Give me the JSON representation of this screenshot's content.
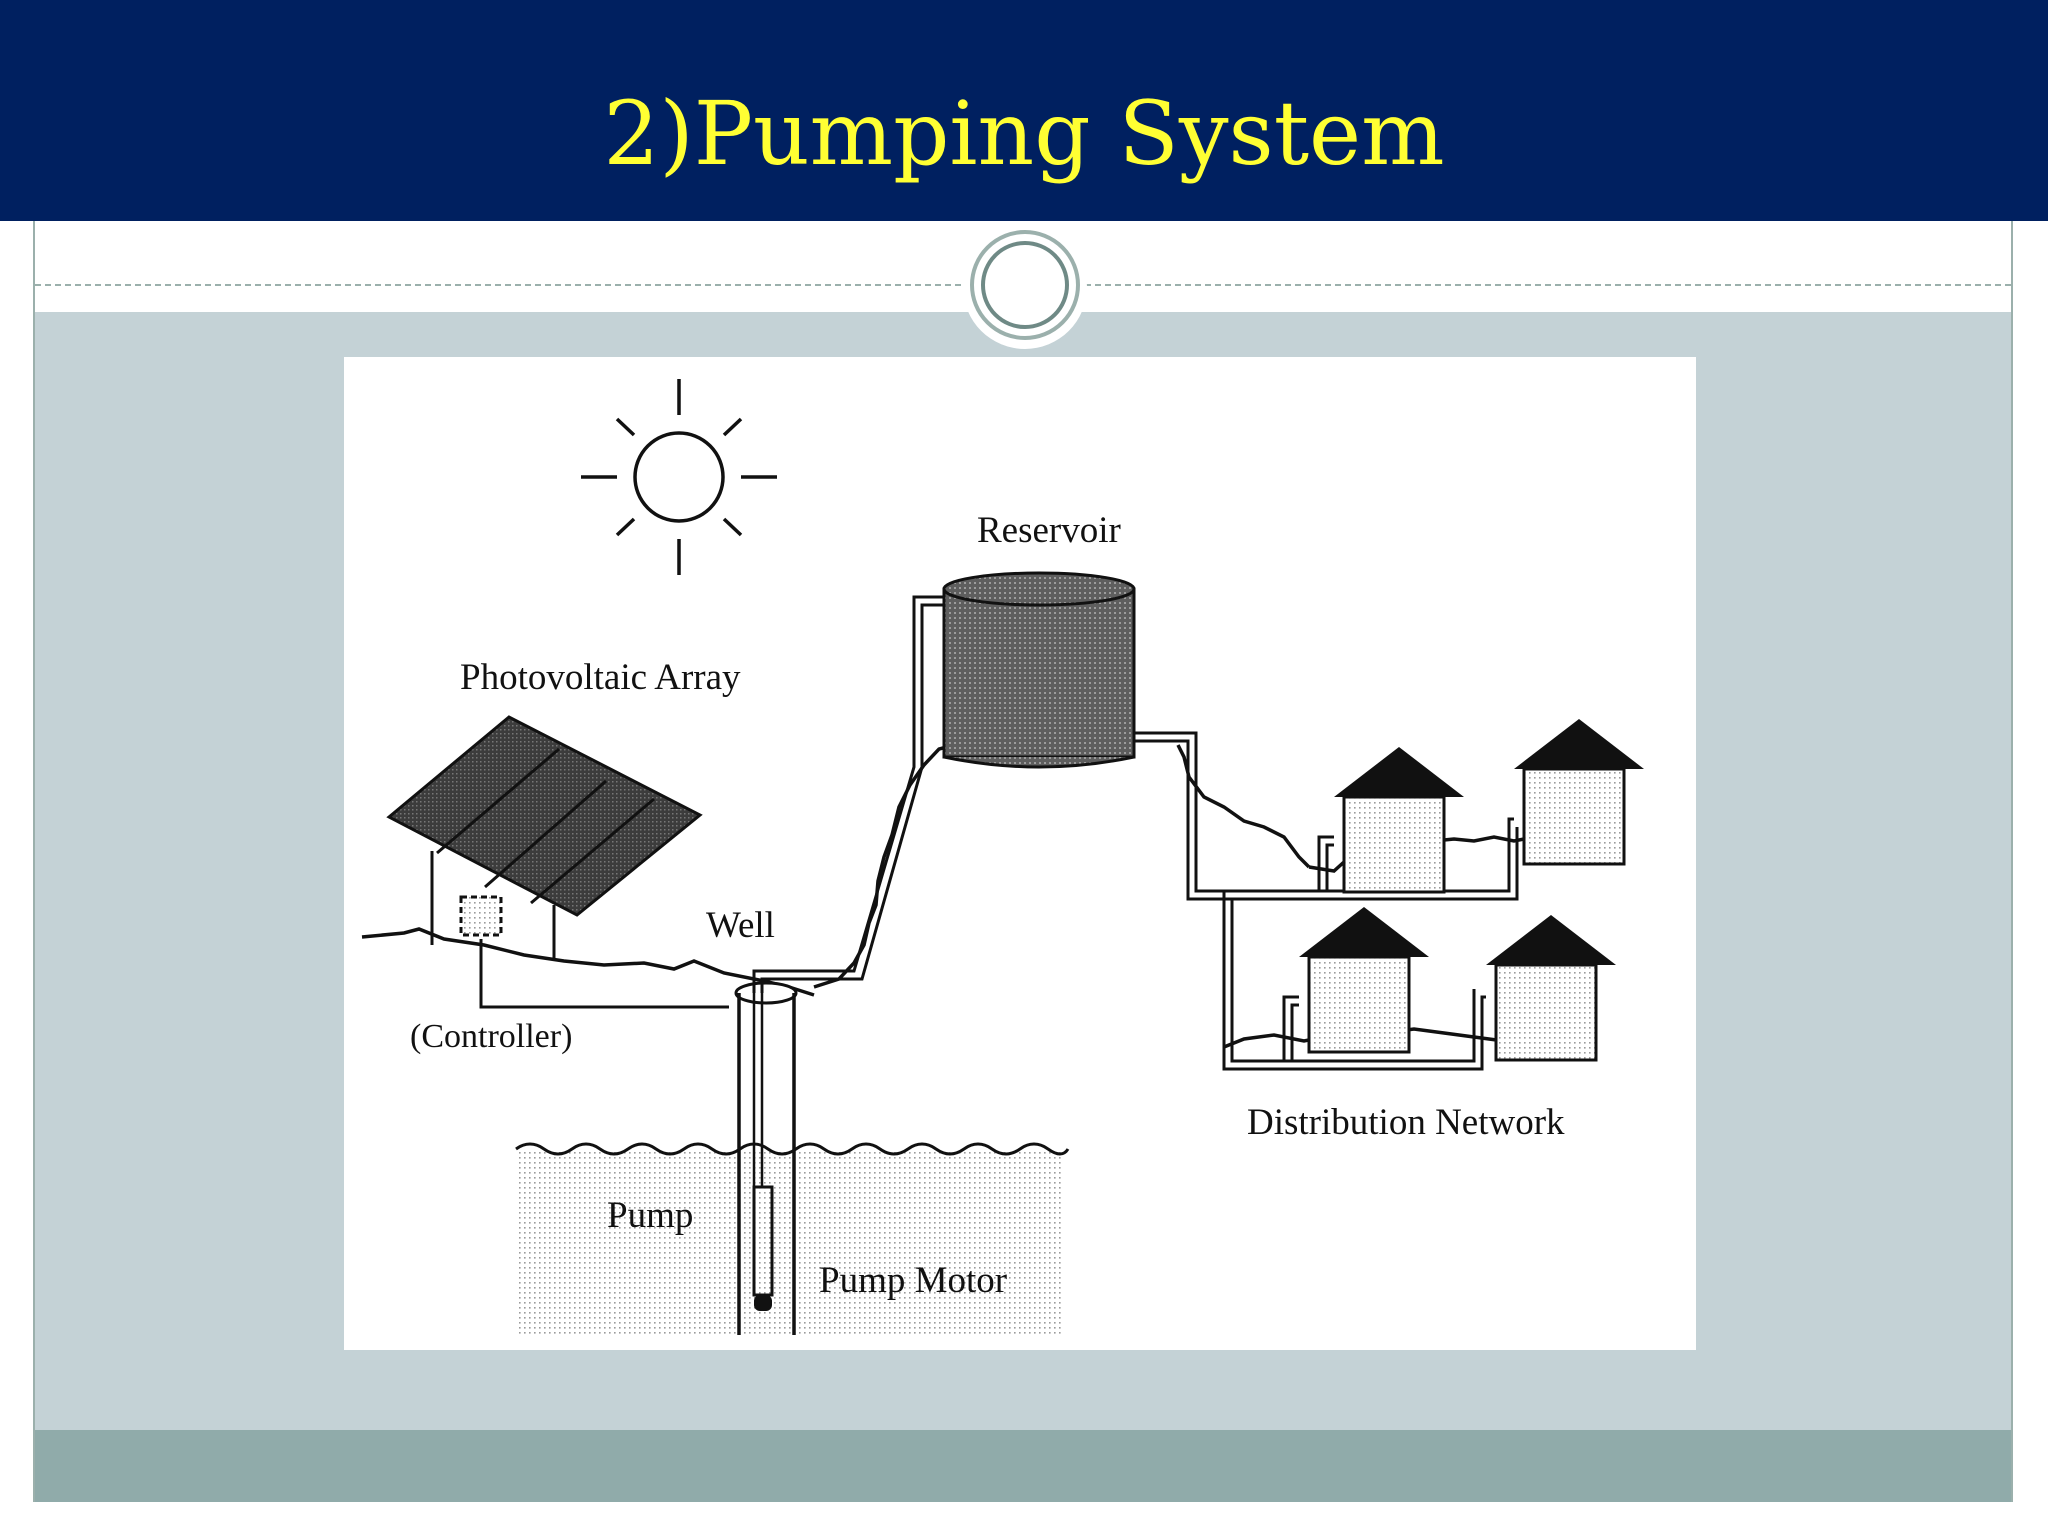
{
  "slide": {
    "title": "2)Pumping System"
  },
  "diagram": {
    "labels": {
      "reservoir": "Reservoir",
      "photovoltaic_array": "Photovoltaic Array",
      "well": "Well",
      "controller": "(Controller)",
      "distribution_network": "Distribution Network",
      "pump": "Pump",
      "pump_motor": "Pump Motor"
    }
  },
  "colors": {
    "header_bg": "#002060",
    "title_text": "#ffff33",
    "content_bg": "#c4d2d6",
    "footer_bg": "#90abaa",
    "accent": "#9bb0ac"
  }
}
